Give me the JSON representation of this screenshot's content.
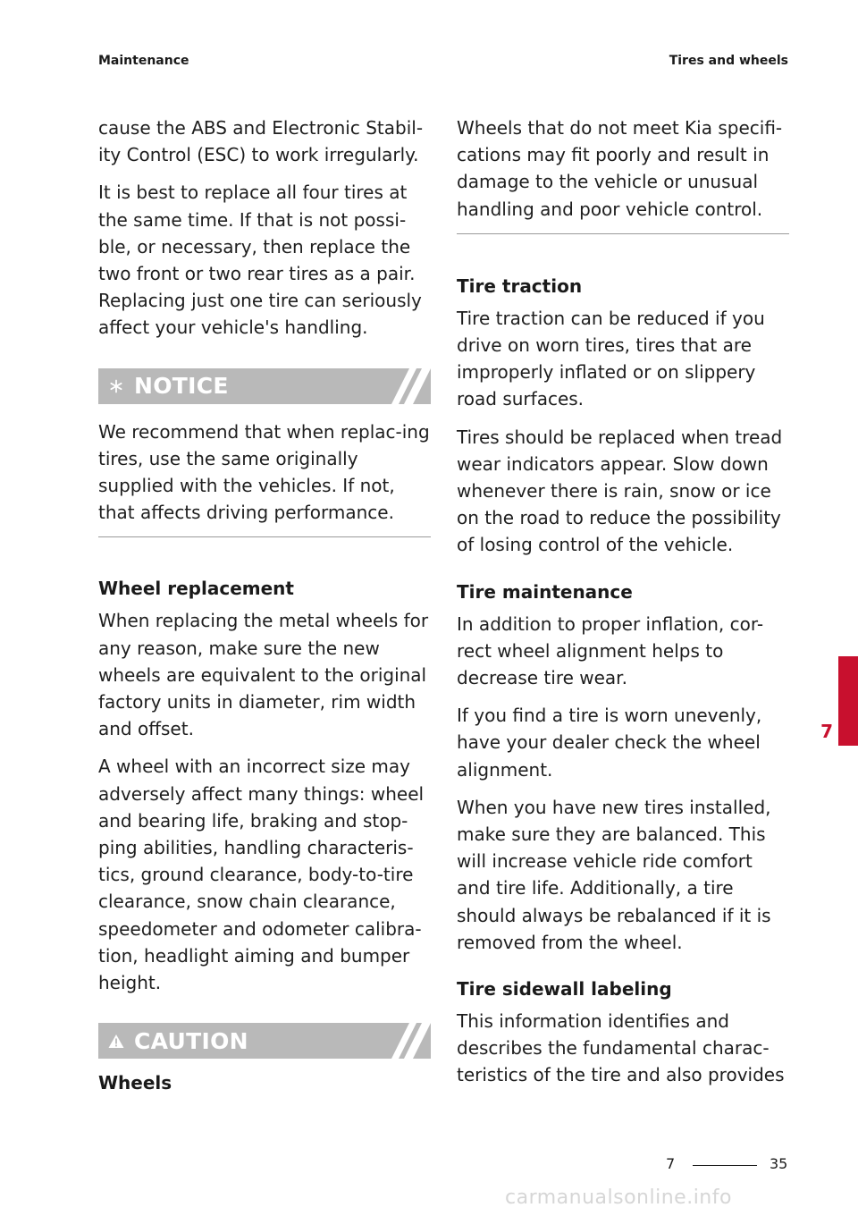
{
  "header": {
    "left": "Maintenance",
    "right": "Tires and wheels"
  },
  "left_column": {
    "p1": "cause the ABS and Electronic Stabil-ity Control (ESC) to work irregularly.",
    "p2": "It is best to replace all four tires at the same time. If that is not possi-ble, or necessary, then replace the two front or two rear tires as a pair. Replacing just one tire can seriously affect your vehicle's handling.",
    "notice": {
      "label": "NOTICE",
      "icon": "asterisk-icon",
      "text": "We recommend that when replac-ing tires, use the same originally supplied with the vehicles. If not, that affects driving performance."
    },
    "wheel_replacement": {
      "heading": "Wheel replacement",
      "p1": "When replacing the metal wheels for any reason, make sure the new wheels are equivalent to the original factory units in diameter, rim width and offset.",
      "p2": "A wheel with an incorrect size may adversely affect many things: wheel and bearing life, braking and stop-ping abilities, handling characteris-tics, ground clearance, body-to-tire clearance, snow chain clearance, speedometer and odometer calibra-tion, headlight aiming and bumper height."
    },
    "caution": {
      "label": "CAUTION",
      "icon": "warning-triangle-icon",
      "subheading": "Wheels"
    }
  },
  "right_column": {
    "p1": "Wheels that do not meet Kia specifi-cations may fit poorly and result in damage to the vehicle or unusual handling and poor vehicle control.",
    "tire_traction": {
      "heading": "Tire traction",
      "p1": "Tire traction can be reduced if you drive on worn tires, tires that are improperly inflated or on slippery road surfaces.",
      "p2": "Tires should be replaced when tread wear indicators appear. Slow down whenever there is rain, snow or ice on the road to reduce the possibility of losing control of the vehicle."
    },
    "tire_maintenance": {
      "heading": "Tire maintenance",
      "p1": "In addition to proper inflation, cor-rect wheel alignment helps to decrease tire wear.",
      "p2": "If you find a tire is worn unevenly, have your dealer check the wheel alignment.",
      "p3": "When you have new tires installed, make sure they are balanced. This will increase vehicle ride comfort and tire life. Additionally, a tire should always be rebalanced if it is removed from the wheel."
    },
    "tire_sidewall": {
      "heading": "Tire sidewall labeling",
      "p1": "This information identifies and describes the fundamental charac-teristics of the tire and also provides"
    }
  },
  "side_tab": {
    "number": "7"
  },
  "footer": {
    "chapter": "7",
    "page": "35"
  },
  "watermark": "carmanualsonline.info",
  "colors": {
    "accent": "#c8102e",
    "banner": "#b9b9b9"
  }
}
